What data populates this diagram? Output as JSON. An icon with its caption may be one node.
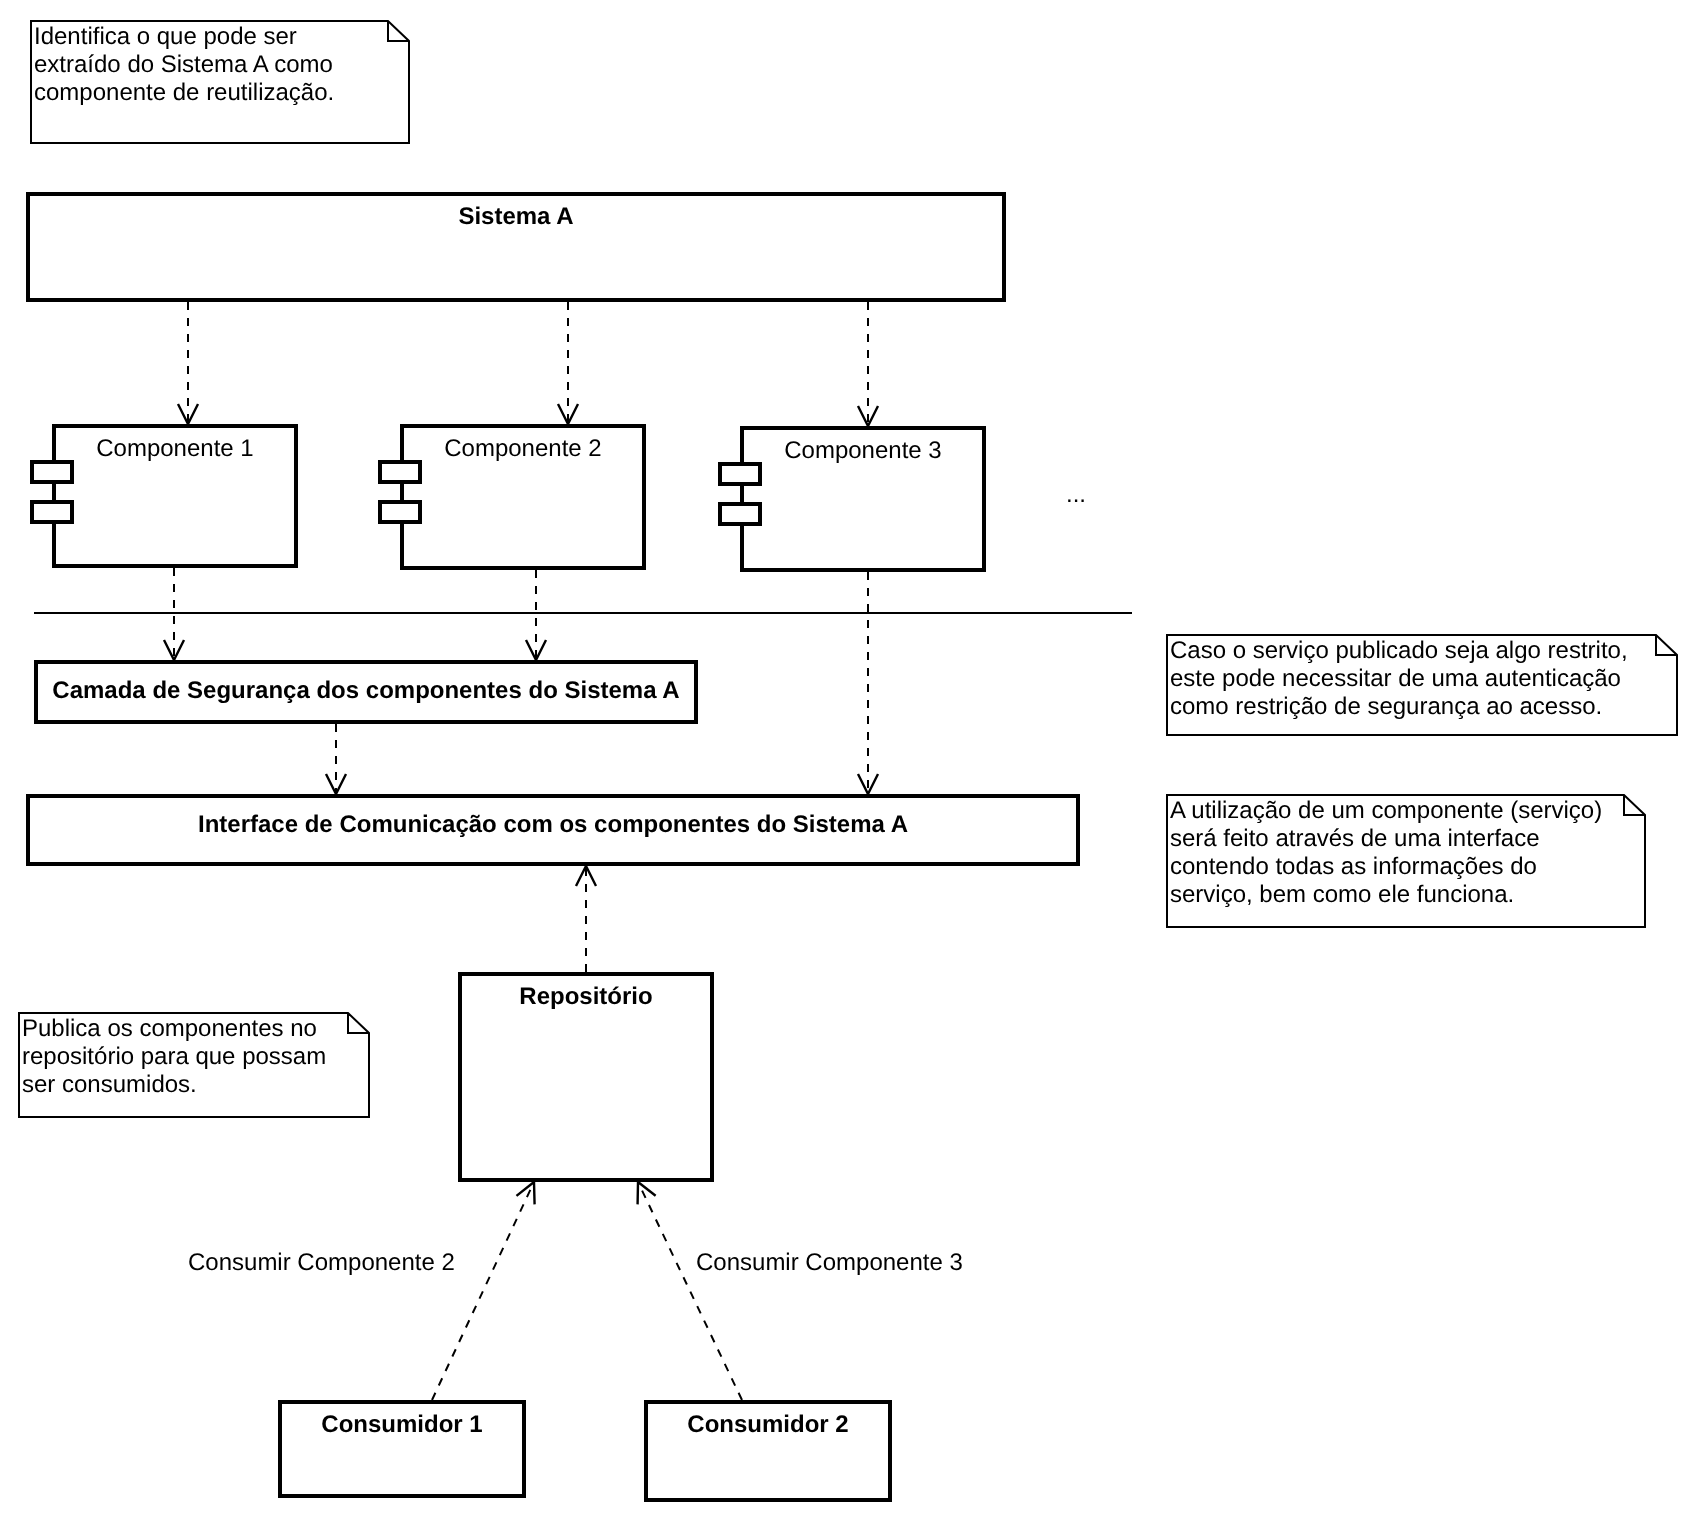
{
  "diagram": {
    "nodes": [
      {
        "text": [
          "Identifica o que pode ser extraído do Sistema A como componente de reutilização."
        ]
      },
      {
        "text": [
          "Sistema A"
        ]
      },
      {
        "text": [
          "Componente 1"
        ]
      },
      {
        "text": [
          "Componente 2"
        ]
      },
      {
        "text": [
          "Componente 3"
        ]
      },
      {
        "text": [
          "Camada de Segurança dos componentes do Sistema A"
        ]
      },
      {
        "text": [
          "Interface de Comunicação com os componentes do Sistema A"
        ]
      },
      {
        "text": [
          "Caso o serviço publicado seja algo restrito, este pode necessitar de uma autenticação como restrição de segurança ao acesso."
        ]
      },
      {
        "text": [
          "A utilização de um componente (serviço) será feito através de uma interface contendo todas as informações do serviço, bem como ele funciona."
        ]
      },
      {
        "text": [
          "Repositório"
        ]
      },
      {
        "text": [
          "Publica os componentes no repositório para que possam ser consumidos."
        ]
      },
      {
        "text": [
          "Consumidor 1"
        ]
      },
      {
        "text": [
          "Consumidor 2"
        ]
      }
    ],
    "edges": [
      {
        "from": 1,
        "to": 2,
        "arrow": "to",
        "style": "dashed"
      },
      {
        "from": 1,
        "to": 3,
        "arrow": "to",
        "style": "dashed"
      },
      {
        "from": 1,
        "to": 4,
        "arrow": "to",
        "style": "dashed"
      },
      {
        "from": 2,
        "to": 5,
        "arrow": "to",
        "style": "dashed"
      },
      {
        "from": 3,
        "to": 5,
        "arrow": "to",
        "style": "dashed"
      },
      {
        "from": 4,
        "to": 6,
        "arrow": "to",
        "style": "dashed"
      },
      {
        "from": 5,
        "to": 6,
        "arrow": "to",
        "style": "dashed"
      },
      {
        "from": 9,
        "to": 6,
        "arrow": "to",
        "style": "dashed"
      },
      {
        "from": 11,
        "to": 9,
        "arrow": "to",
        "style": "dashed",
        "label": "Consumir Componente 2"
      },
      {
        "from": 12,
        "to": 9,
        "arrow": "to",
        "style": "dashed",
        "label": "Consumir Componente 3"
      }
    ],
    "labels": [
      "..."
    ]
  }
}
